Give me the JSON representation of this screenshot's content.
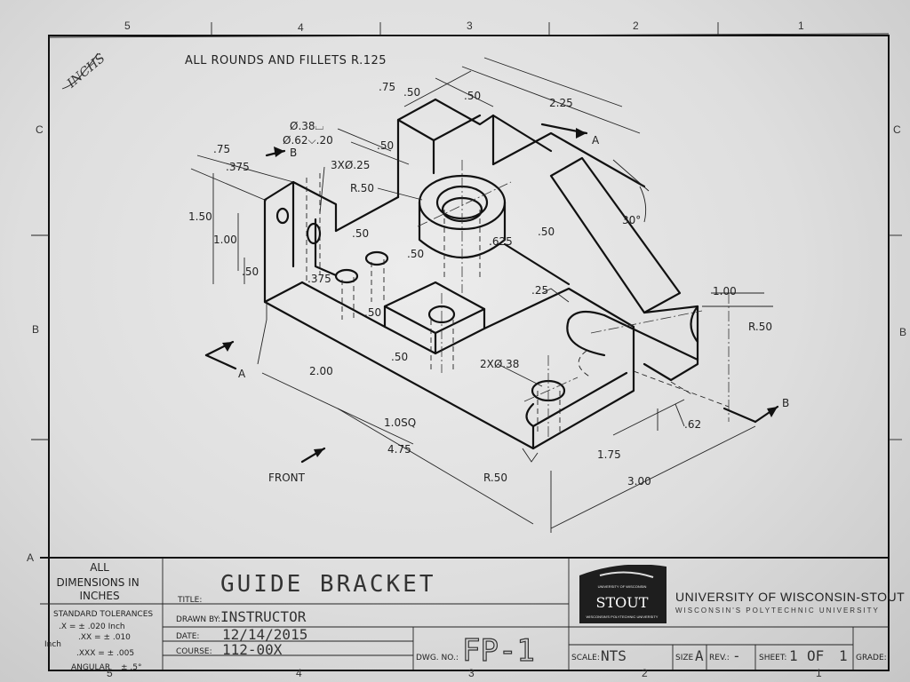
{
  "zones": {
    "top": [
      "5",
      "4",
      "3",
      "2",
      "1"
    ],
    "bottom": [
      "5",
      "4",
      "3",
      "2",
      "1"
    ],
    "left": [
      "C",
      "B",
      "A"
    ],
    "right": [
      "C",
      "B"
    ]
  },
  "handwritten_note": "INCHS",
  "general_note": "ALL ROUNDS AND FILLETS R.125",
  "view_labels": {
    "front": "FRONT",
    "section_a_top": "A",
    "section_a_left": "A",
    "section_b_top": "B",
    "section_b_right": "B"
  },
  "dimensions": {
    "d_75_top": ".75",
    "d_50_top1": ".50",
    "d_50_top2": ".50",
    "d_225": "2.25",
    "d_038": "Ø.38⌴",
    "d_062": "Ø.62⌵.20",
    "d_50_mid": ".50",
    "d_75_left": ".75",
    "d_375_left": ".375",
    "d_3x025": "3XØ.25",
    "d_r50_top": "R.50",
    "d_30deg": "30°",
    "d_150": "1.50",
    "d_100_left": "1.00",
    "d_50_left": ".50",
    "d_50_c1": ".50",
    "d_50_c2": ".50",
    "d_625": ".625",
    "d_50_c3": ".50",
    "d_375_c": ".375",
    "d_50_c4": ".50",
    "d_25": ".25",
    "d_100_right": "1.00",
    "d_r50_right": "R.50",
    "d_200": "2.00",
    "d_50_low": ".50",
    "d_2x038": "2XØ.38",
    "d_10sq": "1.0SQ",
    "d_62": ".62",
    "d_475": "4.75",
    "d_175": "1.75",
    "d_r50_bottom": "R.50",
    "d_300": "3.00"
  },
  "title_block": {
    "units_note": "ALL DIMENSIONS IN INCHES",
    "tolerances_header": "STANDARD TOLERANCES",
    "tol_x": ".X  =  ± .020 Inch",
    "tol_xx": ".XX  =  ± .010",
    "tol_unit": "Inch",
    "tol_xxx": ".XXX =  ± .005",
    "tol_angular": "ANGULAR",
    "tol_angular_val": "± .5°",
    "title_label": "TITLE:",
    "title_value": "GUIDE BRACKET",
    "drawn_by_label": "DRAWN BY:",
    "drawn_by_value": "INSTRUCTOR",
    "date_label": "DATE:",
    "date_value": "12/14/2015",
    "course_label": "COURSE:",
    "course_value": "112-00X",
    "dwg_no_label": "DWG. NO.:",
    "dwg_no_value": "FP-1",
    "logo_top": "UNIVERSITY OF WISCONSIN",
    "logo_name": "STOUT",
    "logo_bottom": "WISCONSIN'S POLYTECHNIC UNIVERSITY",
    "university_name": "UNIVERSITY OF WISCONSIN-STOUT",
    "university_sub": "WISCONSIN'S POLYTECHNIC UNIVERSITY",
    "scale_label": "SCALE:",
    "scale_value": "NTS",
    "size_label": "SIZE",
    "size_value": "A",
    "rev_label": "REV.:",
    "rev_value": "-",
    "sheet_label": "SHEET:",
    "sheet_value": "1",
    "of_label": "OF",
    "sheet_total": "1",
    "grade_label": "GRADE:"
  }
}
